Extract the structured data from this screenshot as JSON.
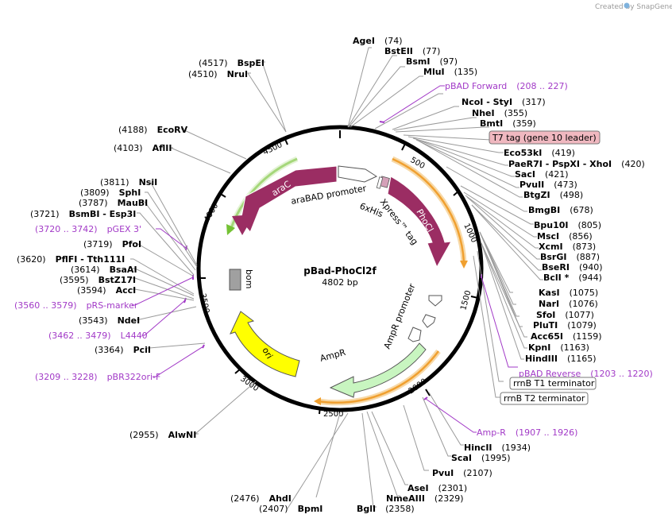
{
  "watermark": "Created by SnapGene",
  "plasmid": {
    "name": "pBad-PhoCl2f",
    "size": "4802 bp"
  },
  "enzymes": {
    "agei": {
      "name": "AgeI",
      "pos": "(74)"
    },
    "bsteii": {
      "name": "BstEII",
      "pos": "(77)"
    },
    "bsmi": {
      "name": "BsmI",
      "pos": "(97)"
    },
    "mlui": {
      "name": "MluI",
      "pos": "(135)"
    },
    "ncoi": {
      "name": "NcoI  -  StyI",
      "pos": "(317)"
    },
    "nhei": {
      "name": "NheI",
      "pos": "(355)"
    },
    "bmti": {
      "name": "BmtI",
      "pos": "(359)"
    },
    "eco53ki": {
      "name": "Eco53kI",
      "pos": "(419)"
    },
    "paer7i": {
      "name": "PaeR7I  -  PspXI  -  XhoI",
      "pos": "(420)"
    },
    "saci": {
      "name": "SacI",
      "pos": "(421)"
    },
    "pvuii": {
      "name": "PvuII",
      "pos": "(473)"
    },
    "btgzi": {
      "name": "BtgZI",
      "pos": "(498)"
    },
    "bmgbi": {
      "name": "BmgBI",
      "pos": "(678)"
    },
    "bpu10i": {
      "name": "Bpu10I",
      "pos": "(805)"
    },
    "msci": {
      "name": "MscI",
      "pos": "(856)"
    },
    "xcmi": {
      "name": "XcmI",
      "pos": "(873)"
    },
    "bsrgi": {
      "name": "BsrGI",
      "pos": "(887)"
    },
    "bseri": {
      "name": "BseRI",
      "pos": "(940)"
    },
    "bcli": {
      "name": "BclI *",
      "pos": "(944)"
    },
    "kasi": {
      "name": "KasI",
      "pos": "(1075)"
    },
    "nari": {
      "name": "NarI",
      "pos": "(1076)"
    },
    "sfoi": {
      "name": "SfoI",
      "pos": "(1077)"
    },
    "pluti": {
      "name": "PluTI",
      "pos": "(1079)"
    },
    "acc65i": {
      "name": "Acc65I",
      "pos": "(1159)"
    },
    "kpni": {
      "name": "KpnI",
      "pos": "(1163)"
    },
    "hindiii": {
      "name": "HindIII",
      "pos": "(1165)"
    },
    "hincii": {
      "name": "HincII",
      "pos": "(1934)"
    },
    "scai": {
      "name": "ScaI",
      "pos": "(1995)"
    },
    "pvui": {
      "name": "PvuI",
      "pos": "(2107)"
    },
    "asei": {
      "name": "AseI",
      "pos": "(2301)"
    },
    "nmeaiii": {
      "name": "NmeAIII",
      "pos": "(2329)"
    },
    "bgli": {
      "name": "BglI",
      "pos": "(2358)"
    },
    "ahdi": {
      "name": "AhdI",
      "pos": "(2476)"
    },
    "bpmi": {
      "name": "BpmI",
      "pos": "(2407)"
    },
    "alwni": {
      "name": "AlwNI",
      "pos": "(2955)"
    },
    "pcii": {
      "name": "PciI",
      "pos": "(3364)"
    },
    "ndei": {
      "name": "NdeI",
      "pos": "(3543)"
    },
    "acci": {
      "name": "AccI",
      "pos": "(3594)"
    },
    "bstz17i": {
      "name": "BstZ17I",
      "pos": "(3595)"
    },
    "bsaai": {
      "name": "BsaAI",
      "pos": "(3614)"
    },
    "pflfi": {
      "name": "PflFI  -  Tth111I",
      "pos": "(3620)"
    },
    "pfoi": {
      "name": "PfoI",
      "pos": "(3719)"
    },
    "bsmbi": {
      "name": "BsmBI  -  Esp3I",
      "pos": "(3721)"
    },
    "maubi": {
      "name": "MauBI",
      "pos": "(3787)"
    },
    "sphi": {
      "name": "SphI",
      "pos": "(3809)"
    },
    "nsii": {
      "name": "NsiI",
      "pos": "(3811)"
    },
    "aflii": {
      "name": "AflII",
      "pos": "(4103)"
    },
    "ecorv": {
      "name": "EcoRV",
      "pos": "(4188)"
    },
    "nrui": {
      "name": "NruI",
      "pos": "(4510)"
    },
    "bspei": {
      "name": "BspEI",
      "pos": "(4517)"
    }
  },
  "primers": {
    "pbad_fwd": {
      "name": "pBAD Forward",
      "range": "(208 .. 227)"
    },
    "pbad_rev": {
      "name": "pBAD Reverse",
      "range": "(1203 .. 1220)"
    },
    "amp_r": {
      "name": "Amp-R",
      "range": "(1907 .. 1926)"
    },
    "pbr322": {
      "name": "pBR322ori-F",
      "range": "(3209 .. 3228)"
    },
    "l4440": {
      "name": "L4440",
      "range": "(3462 .. 3479)"
    },
    "prs": {
      "name": "pRS-marker",
      "range": "(3560 .. 3579)"
    },
    "pgex": {
      "name": "pGEX 3'",
      "range": "(3720 .. 3742)"
    }
  },
  "boxed_labels": {
    "t7tag": "T7 tag (gene 10 leader)",
    "rrnb_t1": "rrnB T1 terminator",
    "rrnb_t2": "rrnB T2 terminator"
  },
  "features": {
    "arac": "araC",
    "arabad": "araBAD promoter",
    "his": "6xHis",
    "xpress": "Xpress™ tag",
    "phocl": "PhoCl",
    "bom": "bom",
    "ori": "ori",
    "ampr": "AmpR",
    "ampr_promoter": "AmpR promoter"
  },
  "ticks": {
    "t500": "500",
    "t1000": "1000",
    "t1500": "1500",
    "t2000": "2000",
    "t2500": "2500",
    "t3000": "3000",
    "t3500": "3500",
    "t4000": "4000",
    "t4500": "4500"
  },
  "colors": {
    "arac": "#9b2d63",
    "phocl": "#9b2d63",
    "ori": "#ffff00",
    "ampr": "#c8f5c0",
    "bom": "#a0a0a0",
    "primer": "#a23ac7",
    "orf_orange": "#f0a030",
    "orf_green": "#74c234",
    "t7box": "#f0b8c0"
  }
}
